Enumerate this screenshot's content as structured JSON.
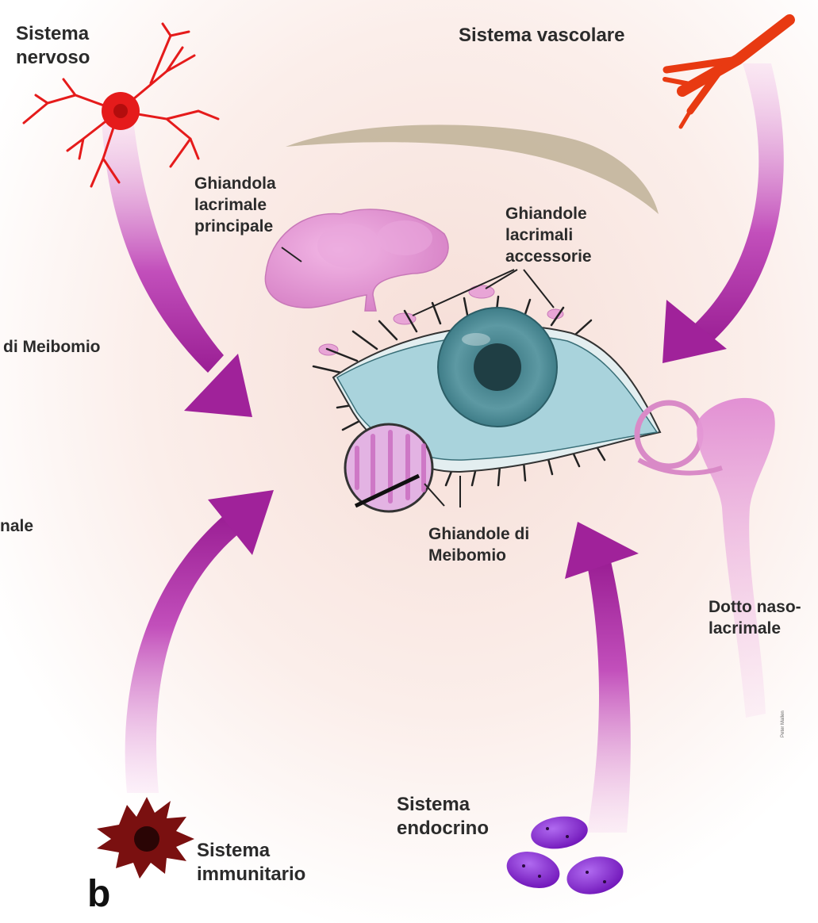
{
  "labels": {
    "nervous_system": [
      "Sistema",
      "nervoso"
    ],
    "vascular_system": "Sistema vascolare",
    "main_lacrimal_gland": [
      "Ghiandola",
      "lacrimale",
      "principale"
    ],
    "accessory_lacrimal_glands": [
      "Ghiandole",
      "lacrimali",
      "accessorie"
    ],
    "meibomian_cut": "di Meibomio",
    "lacrimal_cut": "nale",
    "meibomian_glands": [
      "Ghiandole di",
      "Meibomio"
    ],
    "nasolacrimal_duct": [
      "Dotto naso-",
      "lacrimale"
    ],
    "endocrine_system": [
      "Sistema",
      "endocrino"
    ],
    "immune_system": [
      "Sistema",
      "immunitario"
    ],
    "panel_letter": "b",
    "artist_credit": "Peter Mallen"
  },
  "colors": {
    "arrow": "#a0229a",
    "arrow_light": "#f2c4ee",
    "gland": "#e89ad6",
    "eye": "#a9d3dc",
    "iris": "#4f8c96",
    "neuron": "#e51b1b",
    "vessel": "#e83a12",
    "immune_cell": "#7a1010",
    "endocrine_cell": "#8a2ad0"
  }
}
